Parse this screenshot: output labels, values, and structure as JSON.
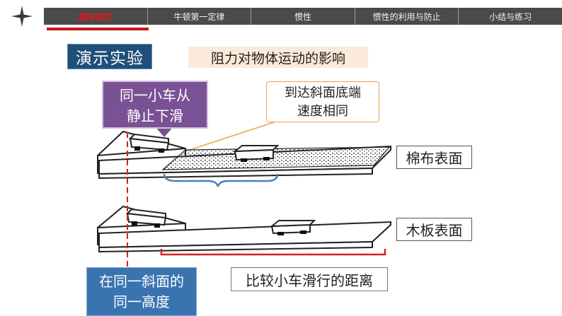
{
  "nav": {
    "tabs": [
      {
        "label": "趣味探究",
        "active": true
      },
      {
        "label": "牛顿第一定律",
        "active": false
      },
      {
        "label": "惯性",
        "active": false
      },
      {
        "label": "惯性的利用与防止",
        "active": false
      },
      {
        "label": "小结与练习",
        "active": false
      }
    ]
  },
  "demo": {
    "title": "演示实验"
  },
  "experiment": {
    "title": "阻力对物体运动的影响"
  },
  "callouts": {
    "same_cart_line1": "同一小车从",
    "same_cart_line2": "静止下滑",
    "same_speed_line1": "到达斜面底端",
    "same_speed_line2": "速度相同",
    "same_slope_line1": "在同一斜面的",
    "same_slope_line2": "同一高度"
  },
  "surfaces": {
    "cloth": "棉布表面",
    "wood": "木板表面"
  },
  "compare_label": "比较小车滑行的距离",
  "colors": {
    "nav_bg": "#4a4a4a",
    "accent_red": "#c2161c",
    "title_blue": "#1f4e79",
    "callout_purple": "#7a5195",
    "callout_blue": "#3a74b0",
    "bracket_blue": "#4a7fc0",
    "bracket_red": "#d42020"
  }
}
